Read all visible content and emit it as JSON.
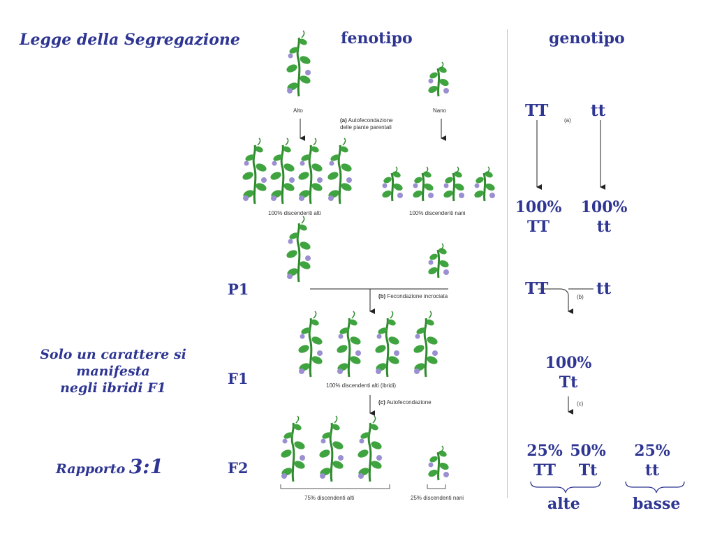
{
  "title": "Legge della Segregazione",
  "headers": {
    "phenotype": "fenotipo",
    "genotype": "genotipo"
  },
  "generations": {
    "p1": "P1",
    "f1": "F1",
    "f2": "F2"
  },
  "side_notes": {
    "f1_line1": "Solo un carattere si",
    "f1_line2": "manifesta",
    "f1_line3": "negli ibridi F1",
    "ratio_label": "Rapporto",
    "ratio_value": "3:1"
  },
  "figure_labels": {
    "alto": "Alto",
    "nano": "Nano",
    "step_a_letter": "(a)",
    "step_a_line1": "Autofecondazione",
    "step_a_line2": "delle piante parentali",
    "tall_offspring": "100% discendenti alti",
    "dwarf_offspring": "100% discendenti nani",
    "step_b_letter": "(b)",
    "step_b_text": "Fecondazione incrociata",
    "hybrid_offspring": "100% discendenti alti (ibridi)",
    "step_c_letter": "(c)",
    "step_c_text": "Autofecondazione",
    "f2_tall": "75% discendenti alti",
    "f2_dwarf": "25% discendenti nani"
  },
  "genotypes": {
    "p_tall": "TT",
    "p_dwarf": "tt",
    "arrow_a": "(a)",
    "res_tall_pct": "100%",
    "res_tall_gen": "TT",
    "res_dwarf_pct": "100%",
    "res_dwarf_gen": "tt",
    "cross_tall": "TT",
    "cross_dwarf": "tt",
    "arrow_b": "(b)",
    "f1_pct": "100%",
    "f1_gen": "Tt",
    "arrow_c": "(c)",
    "f2_tt_pct": "25%",
    "f2_tt_gen": "TT",
    "f2_het_pct": "50%",
    "f2_het_gen": "Tt",
    "f2_rec_pct": "25%",
    "f2_rec_gen": "tt",
    "group_tall": "alte",
    "group_dwarf": "basse"
  },
  "colors": {
    "text": "#2e3592",
    "leaf": "#3a9c3a",
    "flower": "#9a8fd0",
    "divider": "#9fcbe6"
  }
}
